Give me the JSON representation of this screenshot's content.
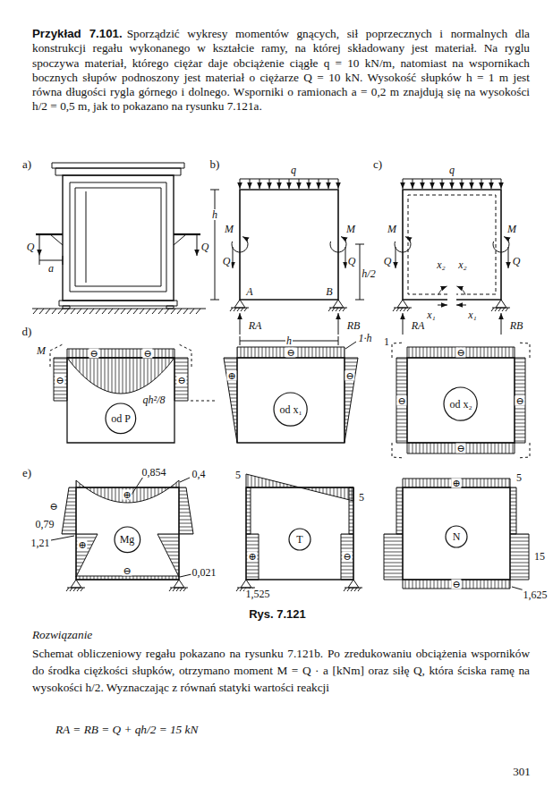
{
  "diagram": {
    "title": "Przykład 7.101.",
    "caption": "Rys. 7.121",
    "nodes": [
      {
        "text": [
          "od P"
        ]
      },
      {
        "text": [
          "od x₁"
        ]
      },
      {
        "text": [
          "od x₂"
        ]
      },
      {
        "text": [
          "Mg"
        ]
      },
      {
        "text": [
          "T"
        ]
      },
      {
        "text": [
          "N"
        ]
      }
    ],
    "labels": [
      "Sporządzić wykresy momentów gnących, sił poprzecznych i normalnych dla konstrukcji regału wykonanego w kształcie ramy, na której składowany jest materiał. Na ryglu spoczywa materiał, którego ciężar daje obciążenie ciągłe q = 10 kN/m, natomiast na wspornikach bocznych słupów podnoszony jest materiał o ciężarze Q = 10 kN. Wysokość słupków h = 1 m jest równa długości rygla górnego i dolnego. Wsporniki o ramionach a = 0,2 m znajdują się na wysokości h/2 = 0,5 m, jak to pokazano na rysunku 7.121a.",
      "a)",
      "b)",
      "c)",
      "Q",
      "a",
      "Q",
      "q",
      "M",
      "h",
      "Q",
      "M",
      "Q",
      "h/2",
      "A",
      "B",
      "RA",
      "RB",
      "h",
      "q",
      "M",
      "Q",
      "M",
      "Q",
      "x₂",
      "x₂",
      "x₁",
      "x₁",
      "RA",
      "RB",
      "d)",
      "M",
      "⊖",
      "⊖",
      "qh²/8",
      "⊖",
      "⊖",
      "1·h",
      "⊖",
      "⊕",
      "⊖",
      "1",
      "⊖",
      "⊖",
      "⊖",
      "⊖",
      "e)",
      "0,854",
      "0,4",
      "⊖",
      "0,79",
      "1,21",
      "⊕",
      "⊕",
      "⊖",
      "0,021",
      "5",
      "5",
      "⊕",
      "⊖",
      "1,525",
      "⊕",
      "⊖",
      "5",
      "15",
      "1,625",
      "Rozwiązanie",
      "Schemat obliczeniowy regału pokazano na rysunku 7.121b. Po zredukowaniu obciążenia wsporników do środka ciężkości słupków, otrzymano moment M = Q · a [kNm] oraz siłę Q, która ściska ramę na wysokości h/2. Wyznaczając z równań statyki wartości reakcji",
      "RA = RB = Q + qh/2 = 15 kN",
      "301"
    ]
  }
}
